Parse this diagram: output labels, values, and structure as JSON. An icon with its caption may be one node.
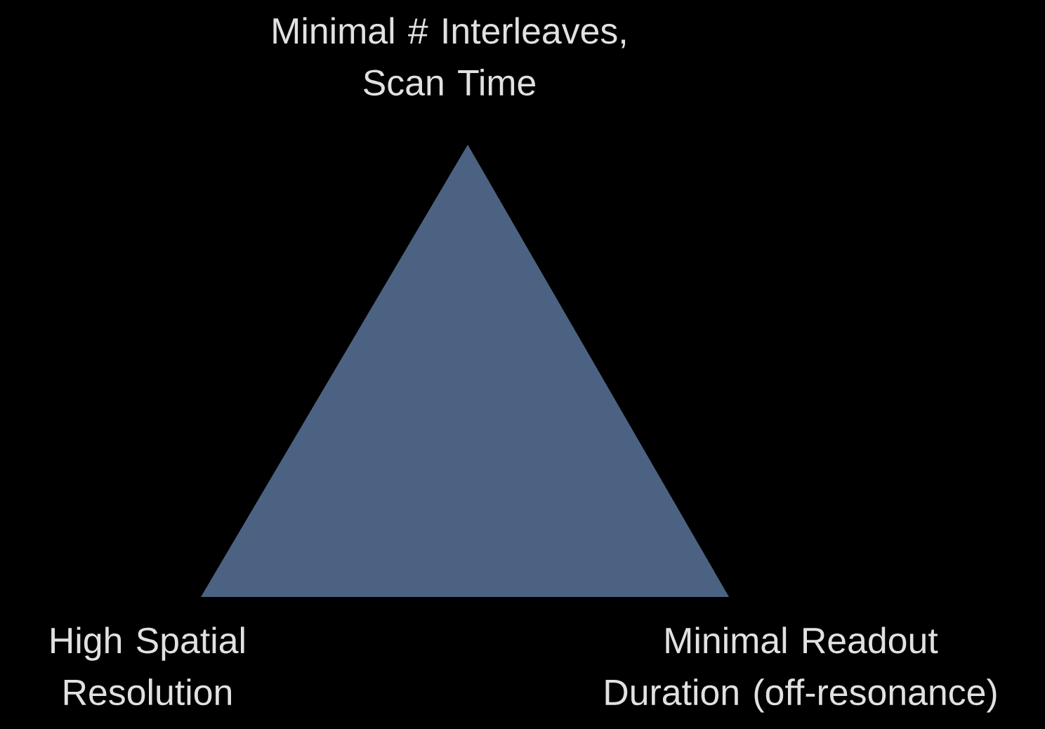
{
  "diagram": {
    "labels": [
      "Minimal # Interleaves, Scan Time",
      "High Spatial Resolution",
      "Minimal Readout Duration (off-resonance)"
    ]
  }
}
